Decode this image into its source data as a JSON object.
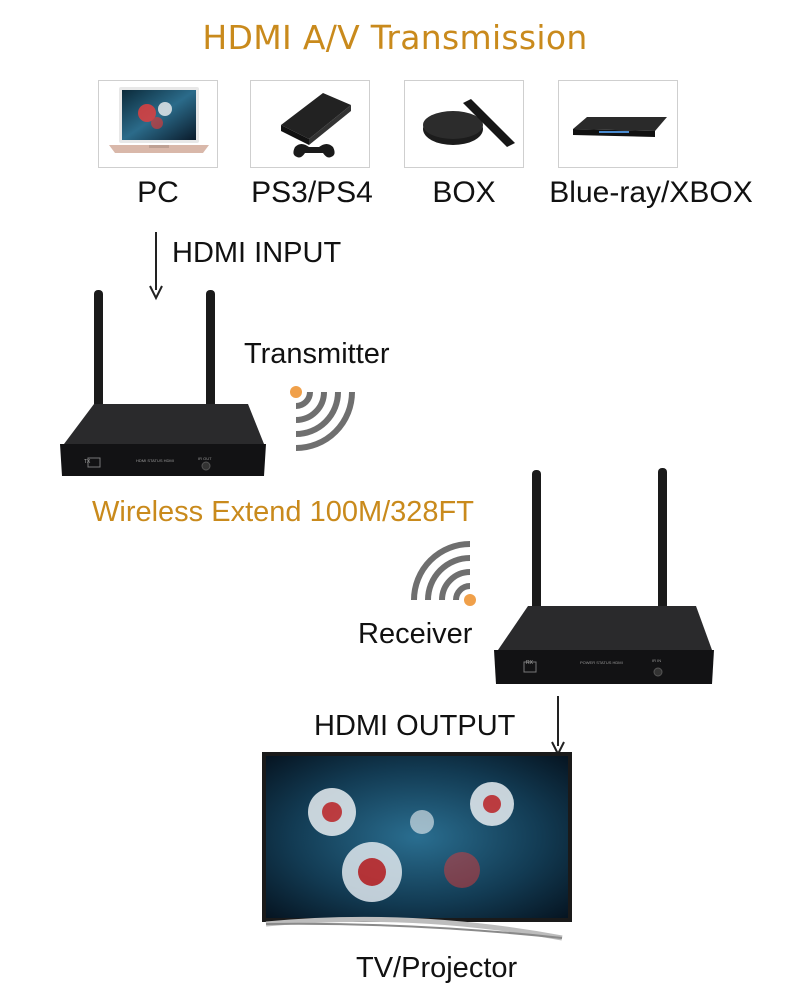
{
  "title": "HDMI A/V Transmission",
  "devices": [
    {
      "label": "PC",
      "icon": "laptop-icon"
    },
    {
      "label": "PS3/PS4",
      "icon": "game-console-icon"
    },
    {
      "label": "BOX",
      "icon": "tv-box-icon"
    },
    {
      "label": "Blue-ray/XBOX",
      "icon": "bluray-player-icon"
    }
  ],
  "labels": {
    "hdmi_input": "HDMI INPUT",
    "transmitter": "Transmitter",
    "wireless_extend": "Wireless Extend 100M/328FT",
    "receiver": "Receiver",
    "hdmi_output": "HDMI OUTPUT",
    "tv_projector": "TV/Projector"
  },
  "tx_unit": {
    "badge": "TX",
    "ports": "HDMI  STATUS  HDMI",
    "port2": "IR OUT"
  },
  "rx_unit": {
    "badge": "RX",
    "ports": "POWER  STATUS  HDMI",
    "port2": "IR IN"
  },
  "colors": {
    "accent": "#c98a1c",
    "signal_gray": "#6f6f6f",
    "device_black": "#1b1b1d"
  }
}
